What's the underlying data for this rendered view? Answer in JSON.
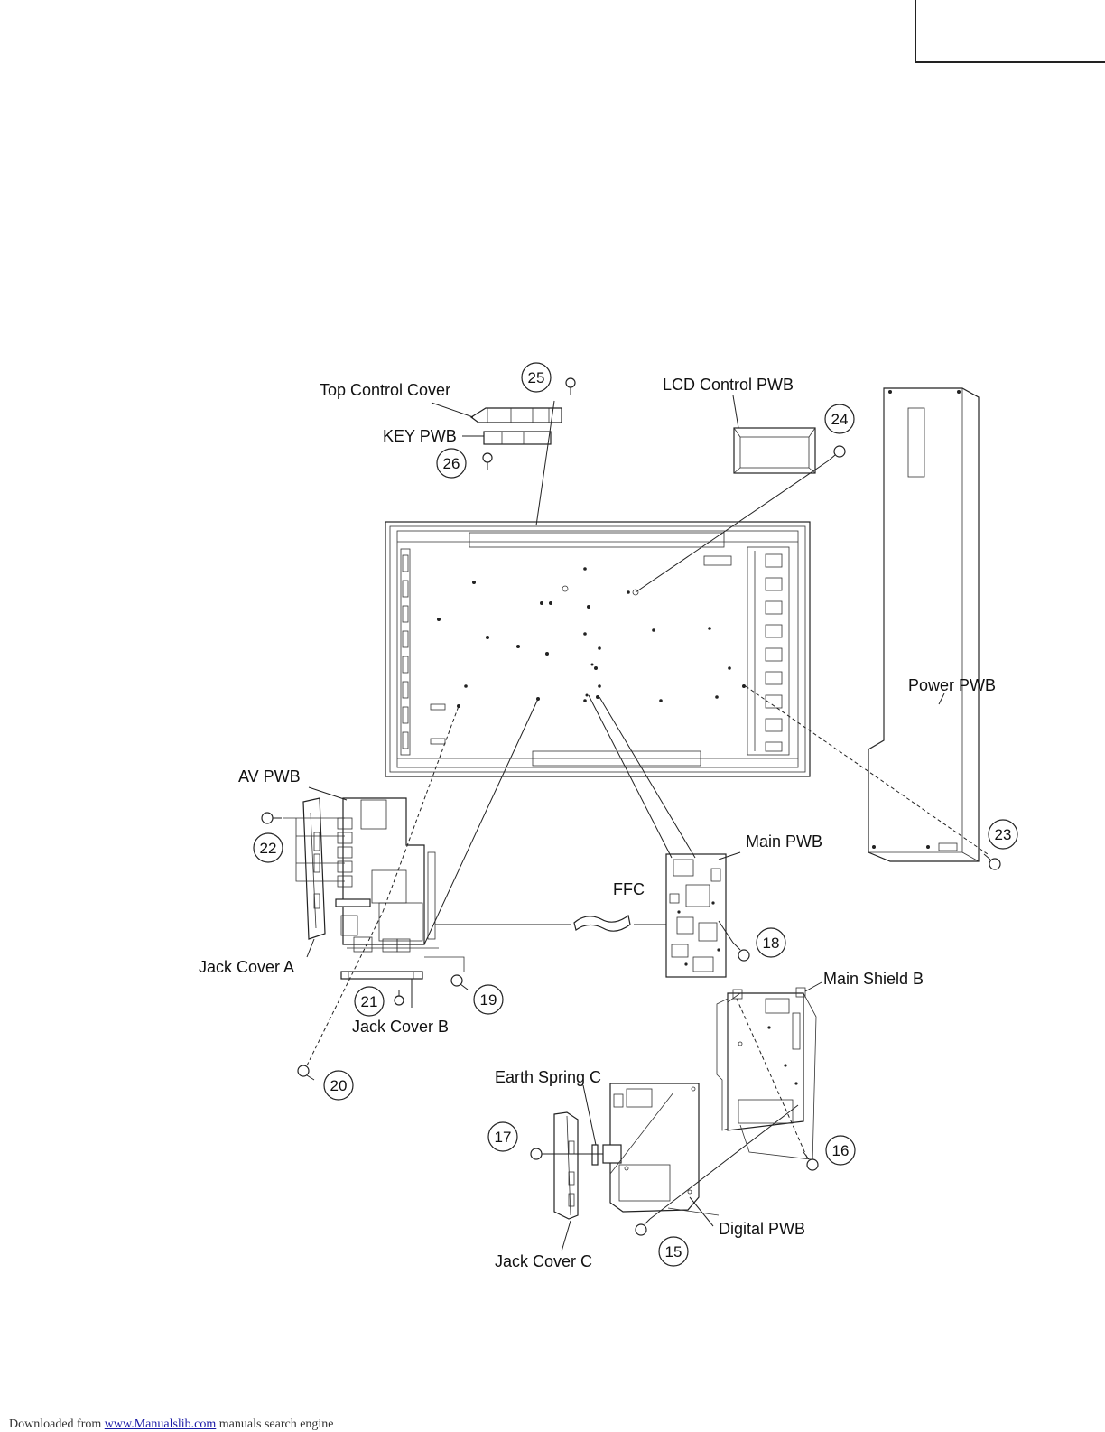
{
  "labels": {
    "top_control_cover": "Top Control Cover",
    "key_pwb": "KEY PWB",
    "lcd_control_pwb": "LCD Control PWB",
    "power_pwb": "Power PWB",
    "av_pwb": "AV PWB",
    "main_pwb": "Main PWB",
    "ffc": "FFC",
    "jack_cover_a": "Jack Cover A",
    "jack_cover_b": "Jack Cover B",
    "main_shield_b": "Main Shield B",
    "earth_spring_c": "Earth Spring C",
    "digital_pwb": "Digital PWB",
    "jack_cover_c": "Jack Cover C"
  },
  "screw_numbers": {
    "n15": "15",
    "n16": "16",
    "n17": "17",
    "n18": "18",
    "n19": "19",
    "n20": "20",
    "n21": "21",
    "n22": "22",
    "n23": "23",
    "n24": "24",
    "n25": "25",
    "n26": "26"
  },
  "footer": {
    "prefix": "Downloaded from",
    "link_text": "www.Manualslib.com",
    "suffix": "manuals search engine"
  }
}
